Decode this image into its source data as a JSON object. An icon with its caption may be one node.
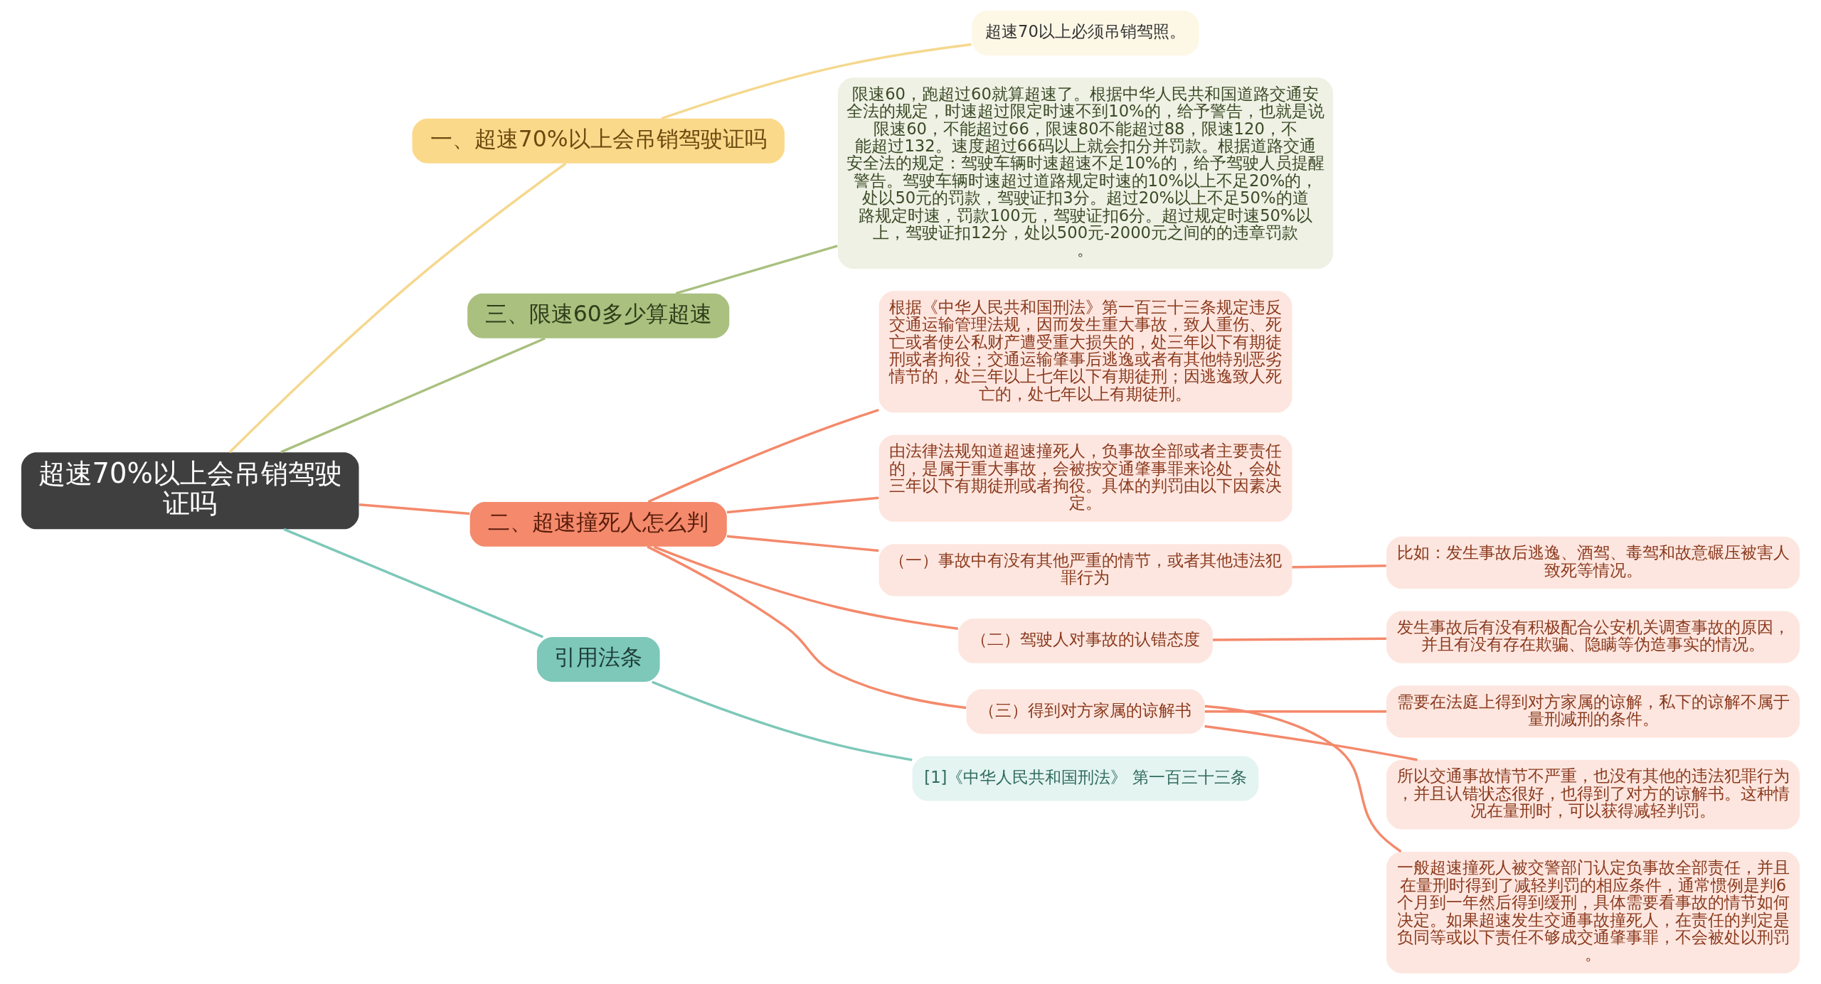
{
  "diagram": {
    "nodes": [
      {
        "text": [
          "超速70%以上会吊销驾驶证吗"
        ]
      },
      {
        "text": [
          "一、超速70%以上会吊销驾驶证吗"
        ]
      },
      {
        "text": [
          "超速70以上必须吊销驾照。"
        ]
      },
      {
        "text": [
          "三、限速60多少算超速"
        ]
      },
      {
        "text": [
          "限速60，跑超过60就算超速了。根据中华人民共和国道路交通安全法的规定，时速超过限定时速不到10%的，给予警告，也就是说限速60，不能超过66，限速80不能超过88，限速120，不能超过132。速度超过66码以上就会扣分并罚款。根据道路交通安全法的规定：驾驶车辆时速超速不足10%的，给予驾驶人员提醒警告。驾驶车辆时速超过道路规定时速的10%以上不足20%的，处以50元的罚款，驾驶证扣3分。超过20%以上不足50%的道路规定时速，罚款100元，驾驶证扣6分。超过规定时速50%以上，驾驶证扣12分，处以500元-2000元之间的的违章罚款。"
        ]
      },
      {
        "text": [
          "二、超速撞死人怎么判"
        ]
      },
      {
        "text": [
          "根据《中华人民共和国刑法》第一百三十三条规定违反交通运输管理法规，因而发生重大事故，致人重伤、死亡或者使公私财产遭受重大损失的，处三年以下有期徒刑或者拘役；交通运输肇事后逃逸或者有其他特别恶劣情节的，处三年以上七年以下有期徒刑；因逃逸致人死亡的，处七年以上有期徒刑。"
        ]
      },
      {
        "text": [
          "由法律法规知道超速撞死人，负事故全部或者主要责任的，是属于重大事故，会被按交通肇事罪来论处，会处三年以下有期徒刑或者拘役。具体的判罚由以下因素决定。"
        ]
      },
      {
        "text": [
          "（一）事故中有没有其他严重的情节，或者其他违法犯罪行为"
        ]
      },
      {
        "text": [
          "比如：发生事故后逃逸、酒驾、毒驾和故意碾压被害人致死等情况。"
        ]
      },
      {
        "text": [
          "（二）驾驶人对事故的认错态度"
        ]
      },
      {
        "text": [
          "发生事故后有没有积极配合公安机关调查事故的原因，并且有没有存在欺骗、隐瞒等伪造事实的情况。"
        ]
      },
      {
        "text": [
          "（三）得到对方家属的谅解书"
        ]
      },
      {
        "text": [
          "需要在法庭上得到对方家属的谅解，私下的谅解不属于量刑减刑的条件。"
        ]
      },
      {
        "text": [
          "所以交通事故情节不严重，也没有其他的违法犯罪行为，并且认错状态很好，也得到了对方的谅解书。这种情况在量刑时，可以获得减轻判罚。"
        ]
      },
      {
        "text": [
          "一般超速撞死人被交警部门认定负事故全部责任，并且在量刑时得到了减轻判罚的相应条件，通常惯例是判6个月到一年然后得到缓刑，具体需要看事故的情节如何决定。如果超速发生交通事故撞死人，在责任的判定是负同等或以下责任不够成交通肇事罪，不会被处以刑罚。"
        ]
      },
      {
        "text": [
          "引用法条"
        ]
      },
      {
        "text": [
          "[1]《中华人民共和国刑法》 第一百三十三条"
        ]
      }
    ],
    "edges": [
      {
        "from": 0,
        "to": 1,
        "arrow": "none",
        "color": "#f5d88e"
      },
      {
        "from": 1,
        "to": 2,
        "arrow": "none",
        "color": "#f5d88e"
      },
      {
        "from": 0,
        "to": 3,
        "arrow": "none",
        "color": "#a9c07f"
      },
      {
        "from": 3,
        "to": 4,
        "arrow": "none",
        "color": "#a9c07f"
      },
      {
        "from": 0,
        "to": 5,
        "arrow": "none"
      },
      {
        "from": 5,
        "to": 6,
        "arrow": "none"
      },
      {
        "from": 5,
        "to": 7,
        "arrow": "none"
      },
      {
        "from": 5,
        "to": 8,
        "arrow": "none"
      },
      {
        "from": 8,
        "to": 9,
        "arrow": "none"
      },
      {
        "from": 5,
        "to": 10,
        "arrow": "none"
      },
      {
        "from": 10,
        "to": 11,
        "arrow": "none"
      },
      {
        "from": 5,
        "to": 12,
        "arrow": "none"
      },
      {
        "from": 12,
        "to": 13,
        "arrow": "none"
      },
      {
        "from": 12,
        "to": 14,
        "arrow": "none"
      },
      {
        "from": 12,
        "to": 15,
        "arrow": "none"
      },
      {
        "from": 0,
        "to": 16,
        "arrow": "none",
        "color": "#7dc8b9"
      },
      {
        "from": 16,
        "to": 17,
        "arrow": "none",
        "color": "#7dc8b9"
      }
    ]
  }
}
